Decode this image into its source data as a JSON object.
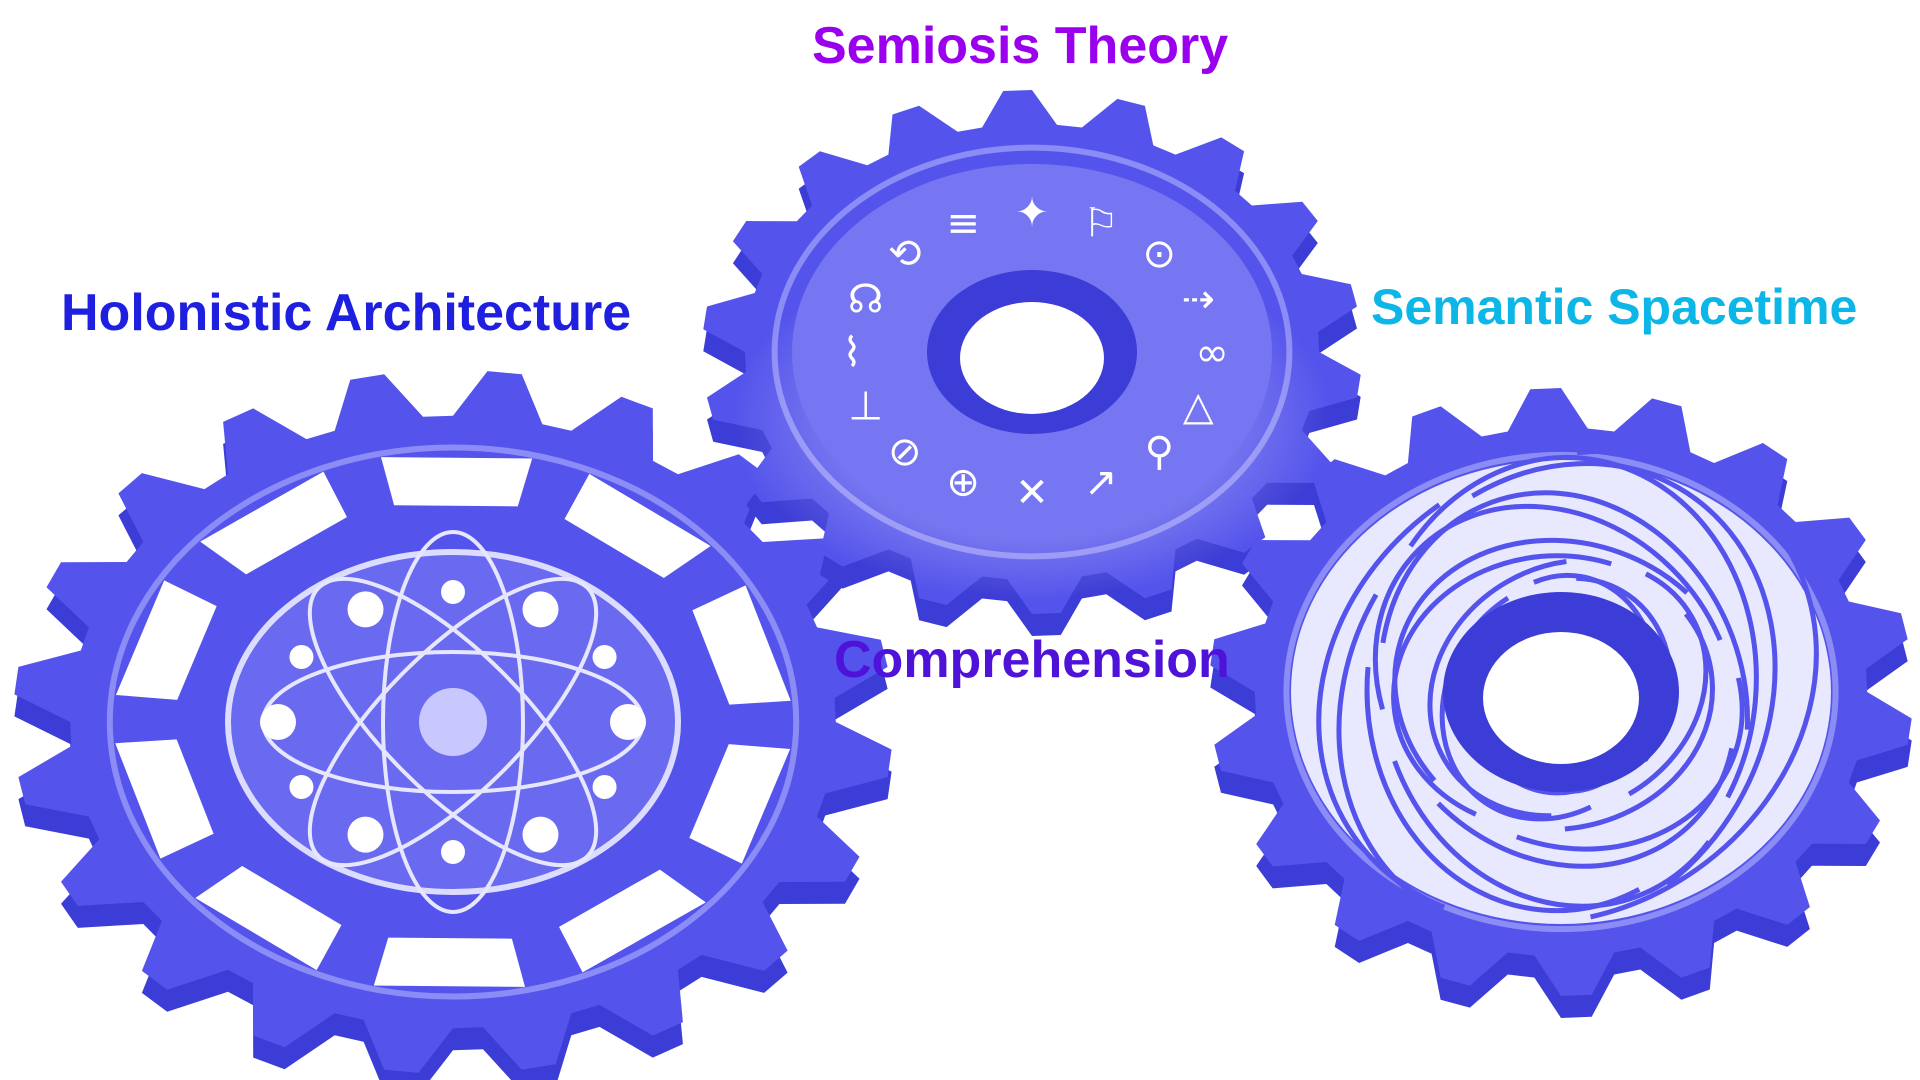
{
  "labels": {
    "holonistic": "Holonistic Architecture",
    "semiosis": "Semiosis Theory",
    "spacetime": "Semantic Spacetime",
    "comprehension": "Comprehension"
  },
  "colors": {
    "gear": "#5454ec",
    "gear_dark": "#3c3cd6",
    "gear_light": "#8c8cf6",
    "holonistic": "#1f1fe0",
    "semiosis": "#9a00ee",
    "spacetime": "#0cb6e6",
    "comprehension": "#4f12d8"
  }
}
